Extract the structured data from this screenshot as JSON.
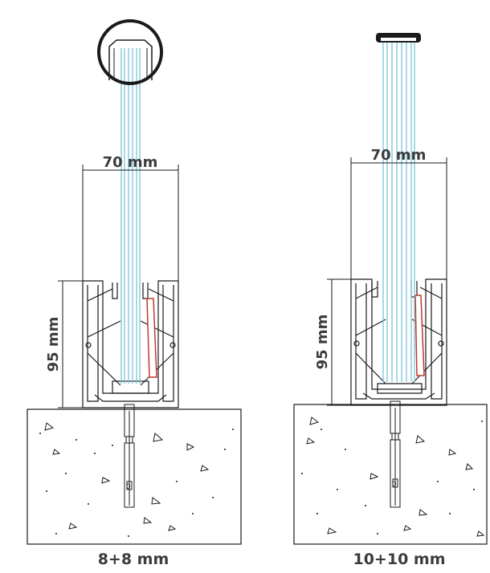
{
  "diagrams": [
    {
      "width_label": "70 mm",
      "height_label": "95 mm",
      "caption": "8+8 mm"
    },
    {
      "width_label": "70 mm",
      "height_label": "95 mm",
      "caption": "10+10 mm"
    }
  ],
  "colors": {
    "outline": "#1a1a1a",
    "glass": "#7cc4d6",
    "gasket": "#c0392b",
    "text": "#3c3c3c",
    "concrete_fill": "#ffffff"
  }
}
